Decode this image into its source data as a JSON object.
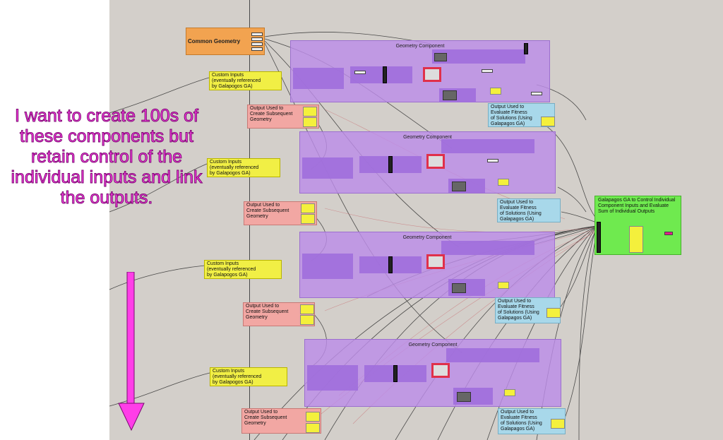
{
  "common_geometry": {
    "label": "Common Geometry"
  },
  "geometry_component": {
    "title": "Geometry Component"
  },
  "custom_inputs": {
    "label": "Custom Inputs\n(eventually referenced\n by Galapogos GA)"
  },
  "output_subsequent": {
    "label": "Output Used to\nCreate Subsequent\nGeometry"
  },
  "output_fitness": {
    "label": "Output Used to\nEvaluate Fitness\nof Solutions (Using\nGalapagos GA)"
  },
  "galapagos": {
    "label": "Galapagos GA to Control Individual\nComponent Inputs and Evaluate\nSum of Individual Outputs"
  },
  "annotation": {
    "text": "I want to create 100s of these components but retain control of the individual inputs and link the outputs."
  },
  "colors": {
    "canvas": "#d3cfca",
    "geometry_group": "#bc8ce8",
    "inputs_group": "#f1ef45",
    "output_subsequent_group": "#f2a7a3",
    "output_fitness_group": "#a8d8ea",
    "common_geometry_group": "#f2a350",
    "galapagos_group": "#6fea4f",
    "annotation_text": "#ff3ee8",
    "selected_component": "#e0304a"
  }
}
